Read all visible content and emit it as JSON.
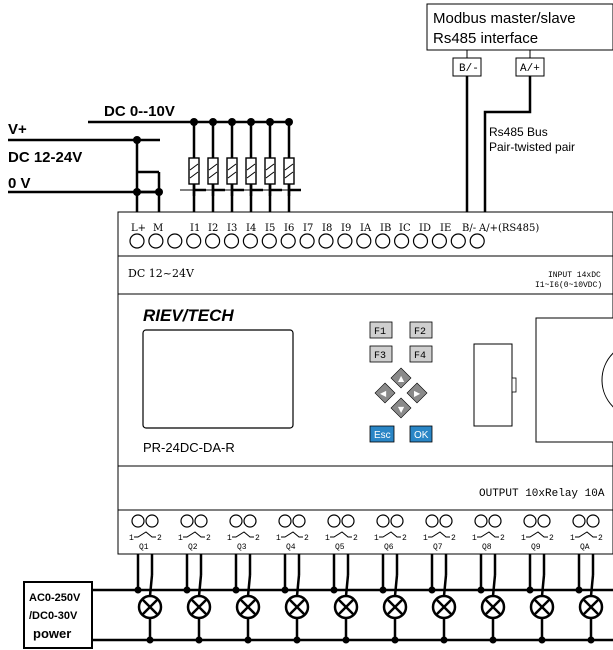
{
  "modbus": {
    "line1": "Modbus master/slave",
    "line2": "Rs485 interface",
    "pin_b": "B/-",
    "pin_a": "A/+"
  },
  "rs485_bus": {
    "line1": "Rs485 Bus",
    "line2": "Pair-twisted pair"
  },
  "power_labels": {
    "vplus": "V+",
    "dc": "DC 12-24V",
    "zero": "0 V",
    "analog": "DC 0--10V"
  },
  "input_terminals": [
    "L+",
    "M",
    "I1",
    "I2",
    "I3",
    "I4",
    "I5",
    "I6",
    "I7",
    "I8",
    "I9",
    "IA",
    "IB",
    "IC",
    "ID",
    "IE",
    "B/-",
    "A/+(RS485)"
  ],
  "device": {
    "supply": "DC 12~24V",
    "input_info_1": "INPUT 14xDC",
    "input_info_2": "I1~I6(0~10VDC)",
    "brand": "RIEV/TECH",
    "model": "PR-24DC-DA-R",
    "keys": [
      "F1",
      "F2",
      "F3",
      "F4"
    ],
    "esc": "Esc",
    "ok": "OK",
    "output_info": "OUTPUT 10xRelay  10A",
    "outputs": [
      "Q1",
      "Q2",
      "Q3",
      "Q4",
      "Q5",
      "Q6",
      "Q7",
      "Q8",
      "Q9",
      "QA"
    ],
    "relay_pin_1": "1",
    "relay_pin_2": "2"
  },
  "output_power": {
    "line1": "AC0-250V",
    "line2": "/DC0-30V",
    "line3": "power"
  },
  "colors": {
    "key_grey": "#cfcfcf",
    "key_blue": "#2a86c6",
    "nav_grey": "#8a8a8a"
  }
}
